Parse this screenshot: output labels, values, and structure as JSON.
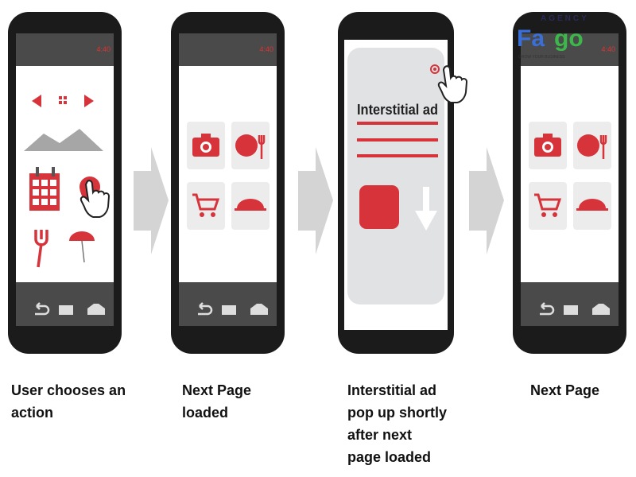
{
  "status_time": "4:40",
  "colors": {
    "accent": "#d6343a",
    "phone": "#1b1b1b",
    "bar": "#4a4a4a",
    "arrow": "#d4d4d4",
    "ad_card": "#e1e2e4"
  },
  "logo": {
    "brand": "Fago",
    "word": "AGENCY",
    "tagline": "GROW YOUR BUSINESS"
  },
  "ad": {
    "title": "Interstitial ad",
    "close_icon": "close-circle-icon"
  },
  "captions": [
    {
      "lines": [
        "User chooses an",
        "action"
      ]
    },
    {
      "lines": [
        "Next Page",
        "loaded"
      ]
    },
    {
      "lines": [
        "Interstitial ad",
        "pop up shortly",
        "after next",
        "page loaded"
      ]
    },
    {
      "lines": [
        "Next Page"
      ]
    }
  ]
}
